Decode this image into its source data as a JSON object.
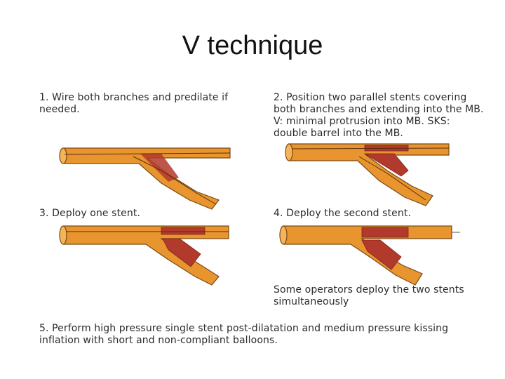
{
  "title": "V technique",
  "steps": [
    "1. Wire both branches and predilate if needed.",
    "2. Position two parallel stents covering both branches and extending into the MB. V: minimal protrusion into MB. SKS: double barrel into the MB.",
    "3. Deploy one stent.",
    "4. Deploy the second stent.",
    "Some operators deploy the two stents simultaneously",
    "5. Perform high pressure single stent post-dilatation and medium pressure kissing inflation with short and non-compliant balloons."
  ],
  "colors": {
    "vessel": "#e8952f",
    "vessel_light": "#f4b45a",
    "vessel_outline": "#7a4a14",
    "stent": "#b13a2c",
    "stent_dark": "#7e2219"
  }
}
